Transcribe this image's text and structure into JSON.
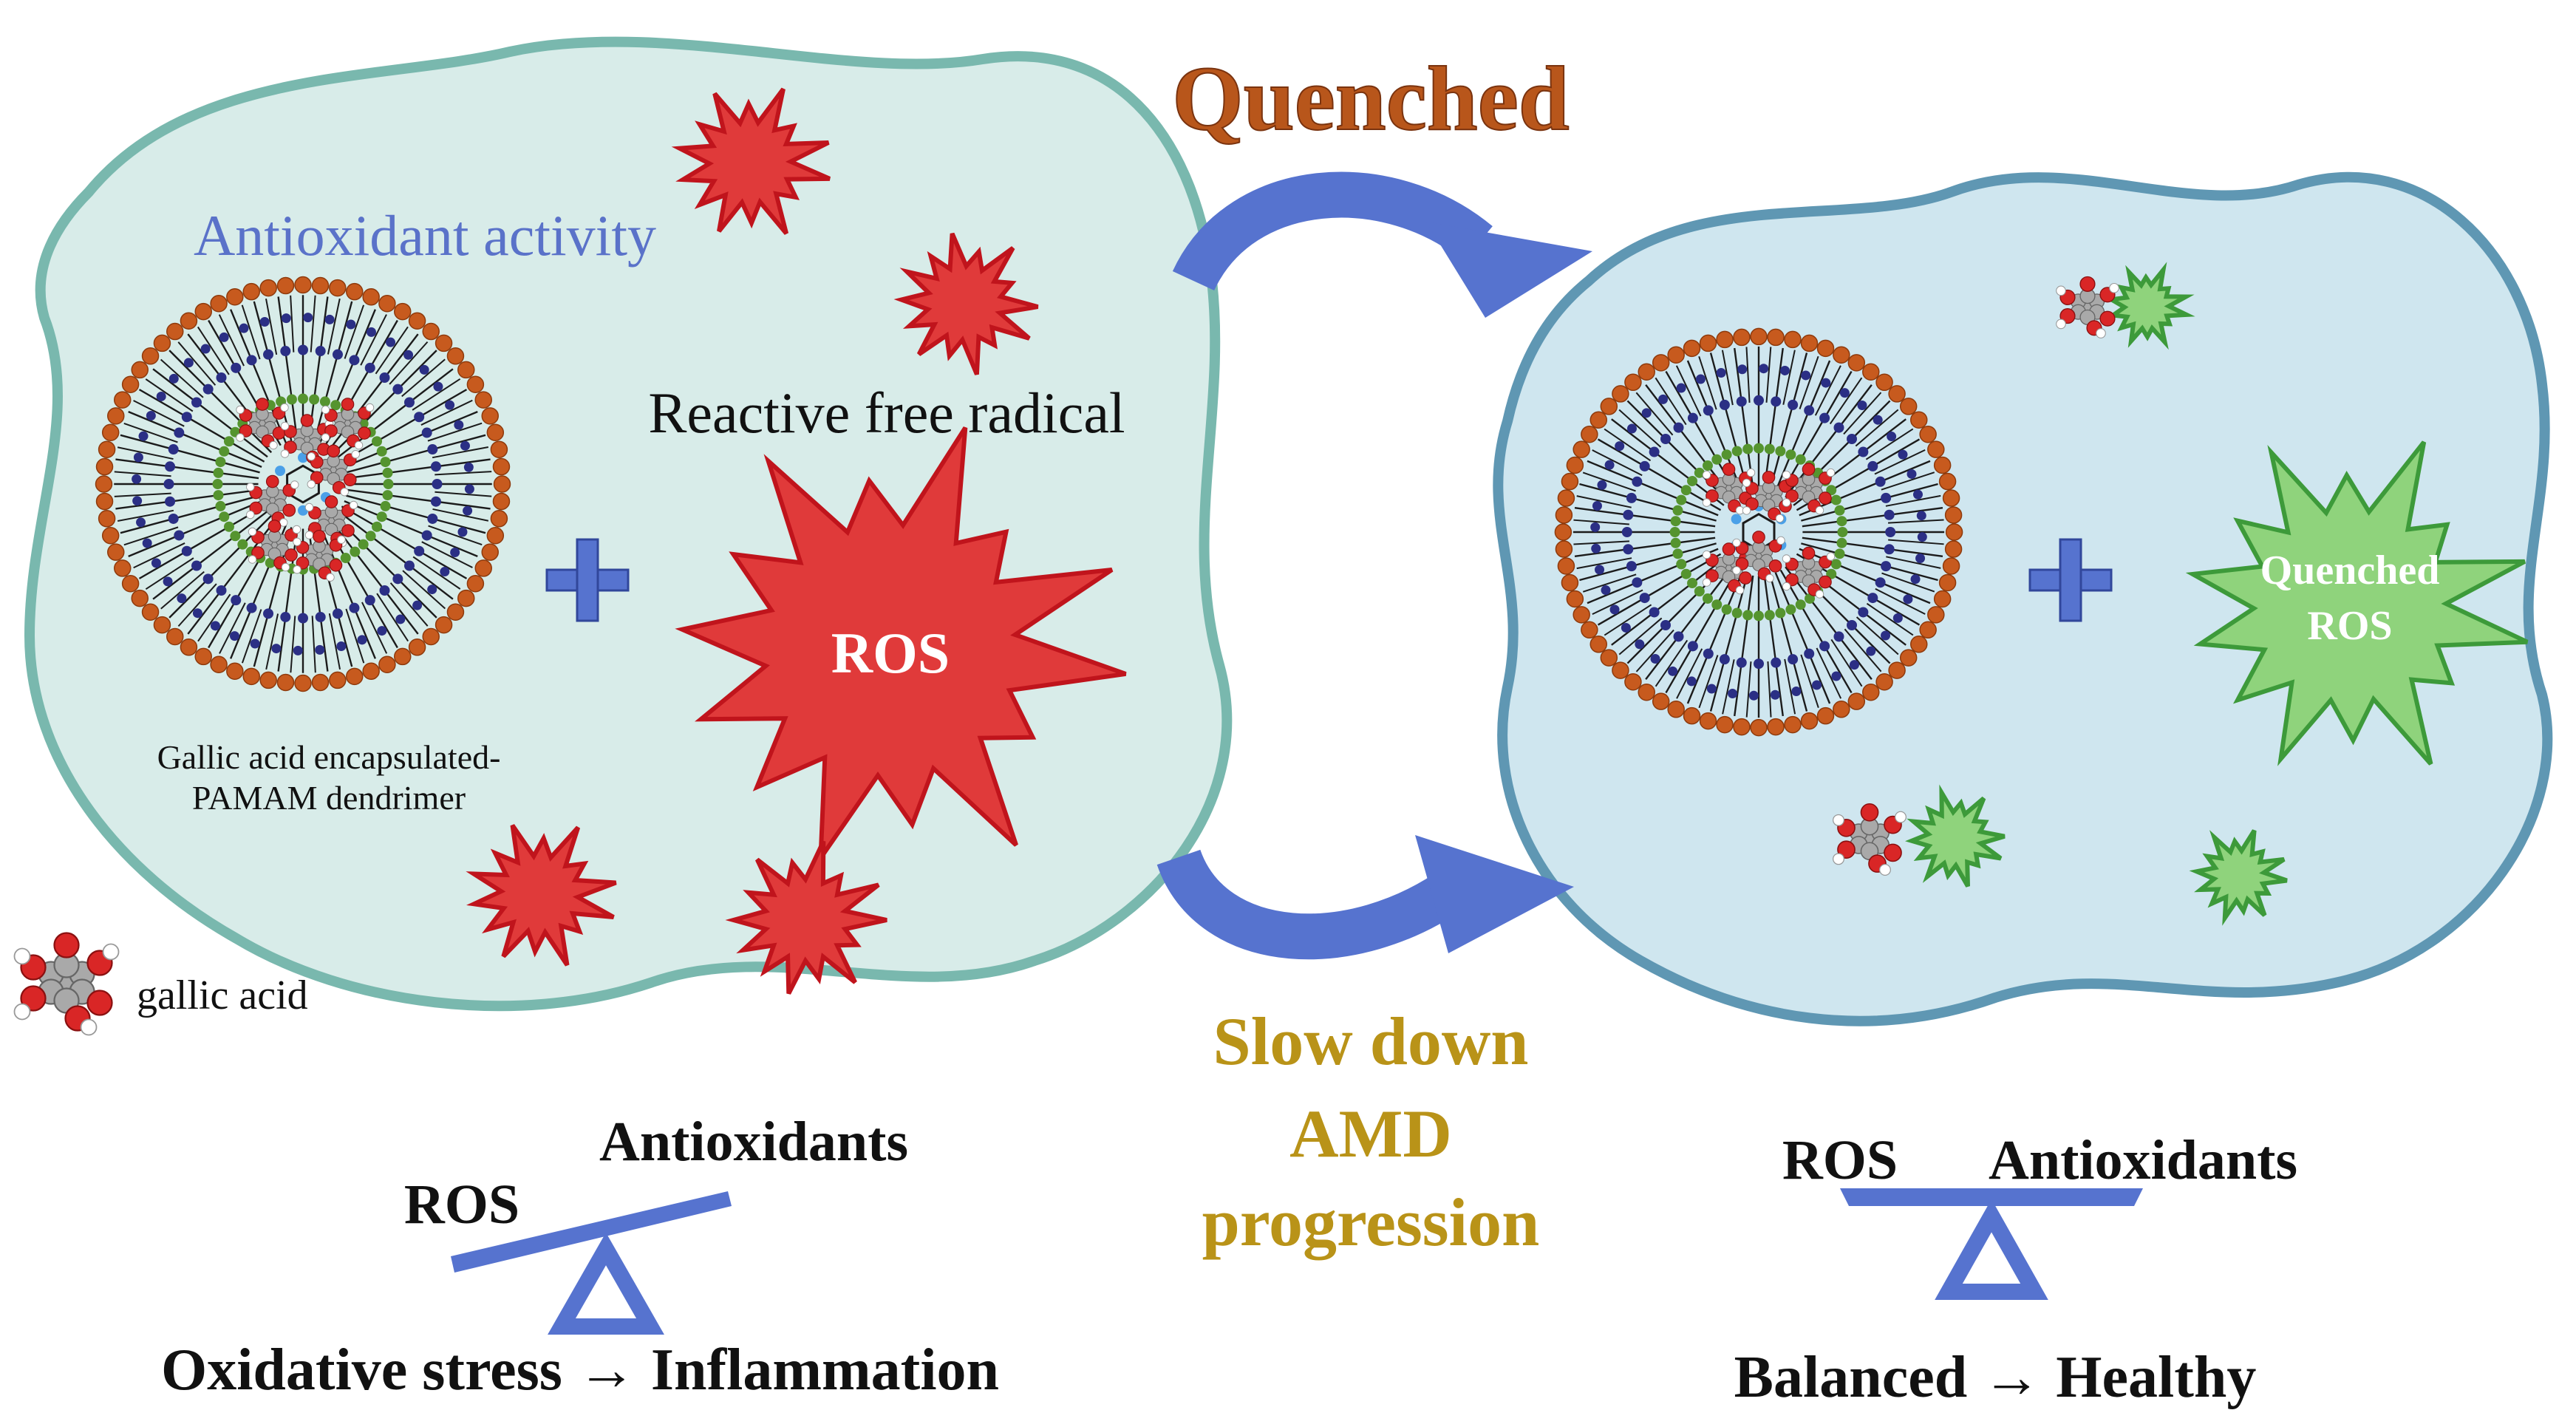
{
  "colors": {
    "left_cell_fill": "#d8ece9",
    "left_cell_stroke": "#79b8ae",
    "right_cell_fill": "#cfe6ef",
    "right_cell_stroke": "#5f97b3",
    "ros_red": "#e03a3a",
    "ros_dark_red": "#c0141c",
    "quenched_green": "#8fd37c",
    "quenched_green_dark": "#3d9a3a",
    "arrow_blue": "#5673cf",
    "quenched_title": "#b8561b",
    "slow_down_gold": "#b99318",
    "antioxidant_activity_text": "#5a72c9",
    "dendrimer_orange": "#c75a1e",
    "dendrimer_navy": "#2b2f85",
    "dendrimer_green": "#55942f"
  },
  "left_panel": {
    "antioxidant_activity": "Antioxidant activity",
    "reactive_free_radical": "Reactive free radical",
    "ros_label": "ROS",
    "dendrimer_caption_line1": "Gallic acid encapsulated-",
    "dendrimer_caption_line2": "PAMAM dendrimer",
    "legend_label": "gallic acid"
  },
  "center": {
    "quenched_title": "Quenched",
    "slow_down_line1": "Slow down",
    "slow_down_line2": "AMD",
    "slow_down_line3": "progression"
  },
  "right_panel": {
    "quenched_ros_line1": "Quenched",
    "quenched_ros_line2": "ROS"
  },
  "left_balance": {
    "ros": "ROS",
    "antioxidants": "Antioxidants",
    "caption": "Oxidative stress → Inflammation"
  },
  "right_balance": {
    "ros": "ROS",
    "antioxidants": "Antioxidants",
    "caption": "Balanced → Healthy"
  },
  "icons": {
    "plus": "plus-icon",
    "starburst": "starburst-icon",
    "gallic_acid_molecule": "gallic-acid-molecule-icon",
    "fulcrum": "fulcrum-triangle-icon",
    "curved_arrow": "curved-arrow-icon"
  }
}
